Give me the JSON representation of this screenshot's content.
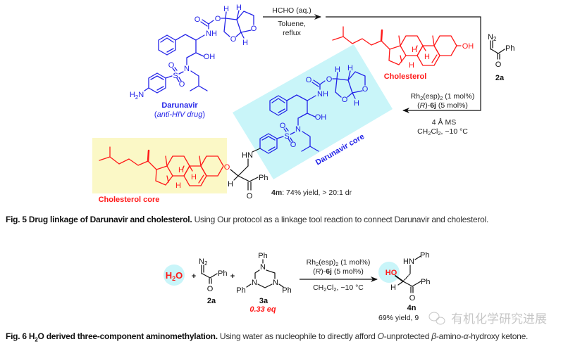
{
  "fig5": {
    "darunavir": {
      "name": "Darunavir",
      "subtitle_open": "(",
      "subtitle": "anti-HIV drug",
      "subtitle_close": ")",
      "atoms": [
        "O",
        "O",
        "NH",
        "OH",
        "N",
        "S",
        "O",
        "O",
        "O",
        "O",
        "H",
        "H",
        "H"
      ],
      "amine": [
        "H",
        "2",
        "N"
      ]
    },
    "step1": {
      "line1": "HCHO (aq.)",
      "line2": "Toluene,",
      "line3": "reflux"
    },
    "cholesterol": {
      "name": "Cholesterol",
      "oh": "OH",
      "h_labels": [
        "H",
        "H",
        "H"
      ]
    },
    "diazo": {
      "n2": [
        "N",
        "2"
      ],
      "ph": "Ph",
      "o": "O",
      "label": "2a"
    },
    "step2": {
      "rh": [
        "Rh",
        "2",
        "(esp)",
        "2",
        " (1 mol%)"
      ],
      "ligand": [
        "(",
        "R",
        ")-",
        "6j",
        " (5 mol%)"
      ],
      "ms": "4 Å MS",
      "solvent": [
        "CH",
        "2",
        "Cl",
        "2",
        ", −10 °C"
      ]
    },
    "product": {
      "darunavir_core_label": "Darunavir core",
      "cholesterol_core_label": "Cholesterol core",
      "linker": {
        "o": "O",
        "hn": "HN",
        "h": "H",
        "ph": "Ph",
        "co": "O"
      },
      "result_id": "4m",
      "result_text": ": 74% yield, > 20:1 dr"
    },
    "caption": {
      "title": "Fig. 5 Drug linkage of Darunavir and cholesterol.",
      "text": " Using Our protocol as a linkage tool reaction to connect Darunavir and cholesterol."
    }
  },
  "fig6": {
    "water": [
      "H",
      "2",
      "O"
    ],
    "plus": "+",
    "diazo": {
      "n2": [
        "N",
        "2"
      ],
      "ph": "Ph",
      "o": "O",
      "label": "2a"
    },
    "triazinane": {
      "ph_top": "Ph",
      "ph_left": "Ph",
      "ph_right": "Ph",
      "n": "N",
      "label": "3a",
      "amount": "0.33 eq"
    },
    "conditions": {
      "rh": [
        "Rh",
        "2",
        "(esp)",
        "2",
        " (1 mol%)"
      ],
      "ligand": [
        "(",
        "R",
        ")-",
        "6j",
        " (5 mol%)"
      ],
      "solvent": [
        "CH",
        "2",
        "Cl",
        "2",
        ", −10 °C"
      ]
    },
    "product": {
      "ho": "HO",
      "hn": "HN",
      "ph1": "Ph",
      "h": "H",
      "ph2": "Ph",
      "o": "O",
      "label": "4n",
      "result": "69% yield, 9"
    },
    "caption": {
      "title_pre": "Fig. 6 H",
      "title_sub": "2",
      "title_post": "O derived three-component aminomethylation.",
      "text_1": " Using water as nucleophile to directly afford ",
      "text_o": "O",
      "text_2": "-unprotected ",
      "beta": "β",
      "text_3": "-amino-",
      "alpha": "α",
      "text_4": "-hydroxy ketone."
    }
  },
  "watermark": "有机化学研究进展",
  "colors": {
    "darunavir": "#2323e8",
    "cholesterol": "#ff1a1a",
    "cyan_highlight": "#c9f5f9",
    "yellow_highlight": "#fbf8c6"
  }
}
